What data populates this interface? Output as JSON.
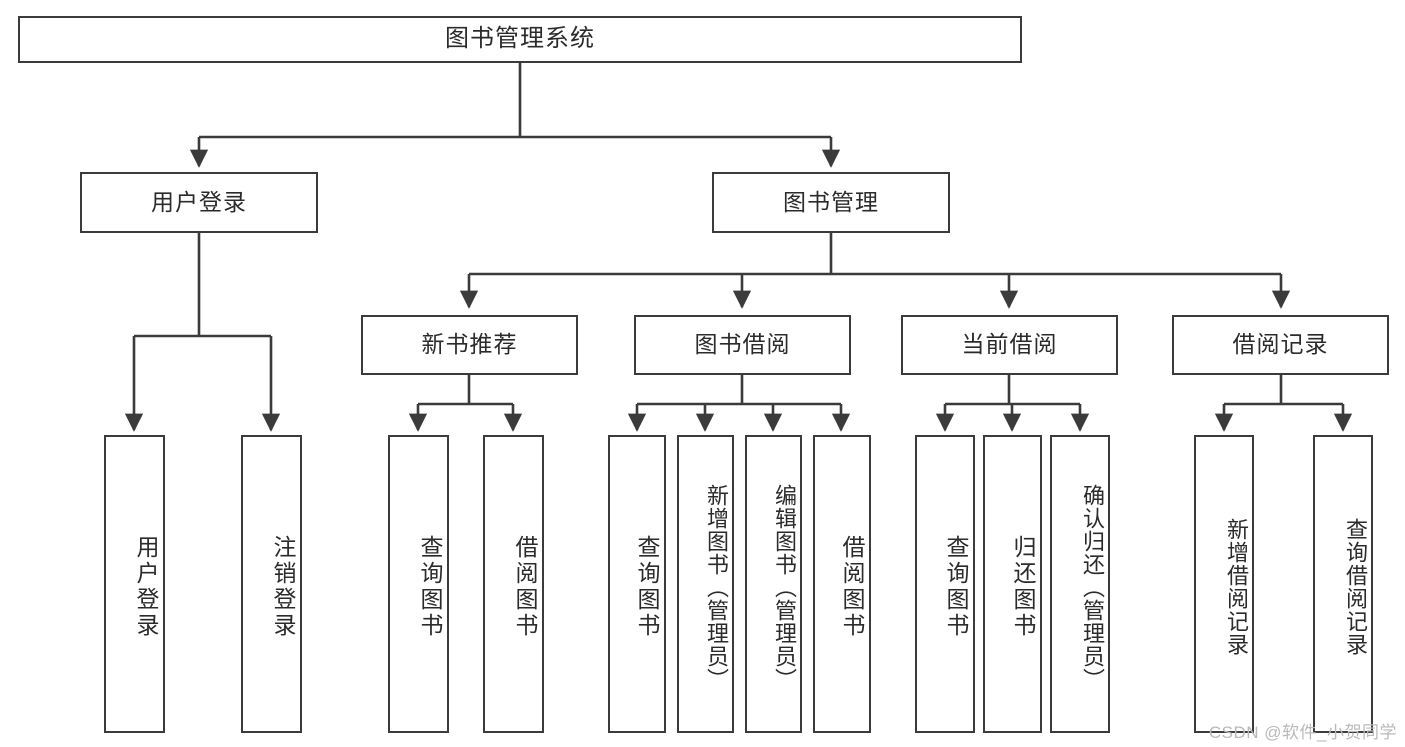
{
  "diagram": {
    "title": "图书管理系统",
    "root": {
      "label": "图书管理系统"
    },
    "level2": [
      {
        "label": "用户登录"
      },
      {
        "label": "图书管理"
      }
    ],
    "level3": [
      {
        "label": "新书推荐"
      },
      {
        "label": "图书借阅"
      },
      {
        "label": "当前借阅"
      },
      {
        "label": "借阅记录"
      }
    ],
    "leaves": [
      {
        "label": "用户登录"
      },
      {
        "label": "注销登录"
      },
      {
        "label": "查询图书"
      },
      {
        "label": "借阅图书"
      },
      {
        "label": "查询图书"
      },
      {
        "label": "新增图书（管理员）"
      },
      {
        "label": "编辑图书（管理员）"
      },
      {
        "label": "借阅图书"
      },
      {
        "label": "查询图书"
      },
      {
        "label": "归还图书"
      },
      {
        "label": "确认归还（管理员）"
      },
      {
        "label": "新增借阅记录"
      },
      {
        "label": "查询借阅记录"
      }
    ],
    "watermark": "CSDN @软件_小贺同学",
    "colors": {
      "stroke": "#3b3b3b",
      "text": "#2b2b2b",
      "background": "#ffffff",
      "watermark": "#b9b9b9"
    }
  }
}
